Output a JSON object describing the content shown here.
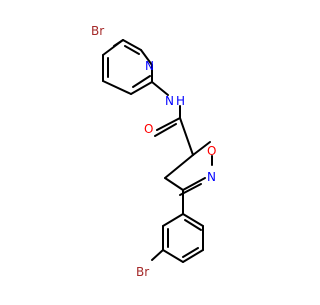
{
  "colors": {
    "background": "#ffffff",
    "bond": "#000000",
    "bromine": "#a52a2a",
    "nitrogen": "#0000ff",
    "oxygen": "#ff0000"
  },
  "molecule": {
    "atoms": {
      "br_top": "Br",
      "n_pyridine": "N",
      "nh_n": "N",
      "nh_h": "H",
      "o_carbonyl": "O",
      "o_ring": "O",
      "n_ring": "N",
      "br_bottom": "Br"
    }
  }
}
